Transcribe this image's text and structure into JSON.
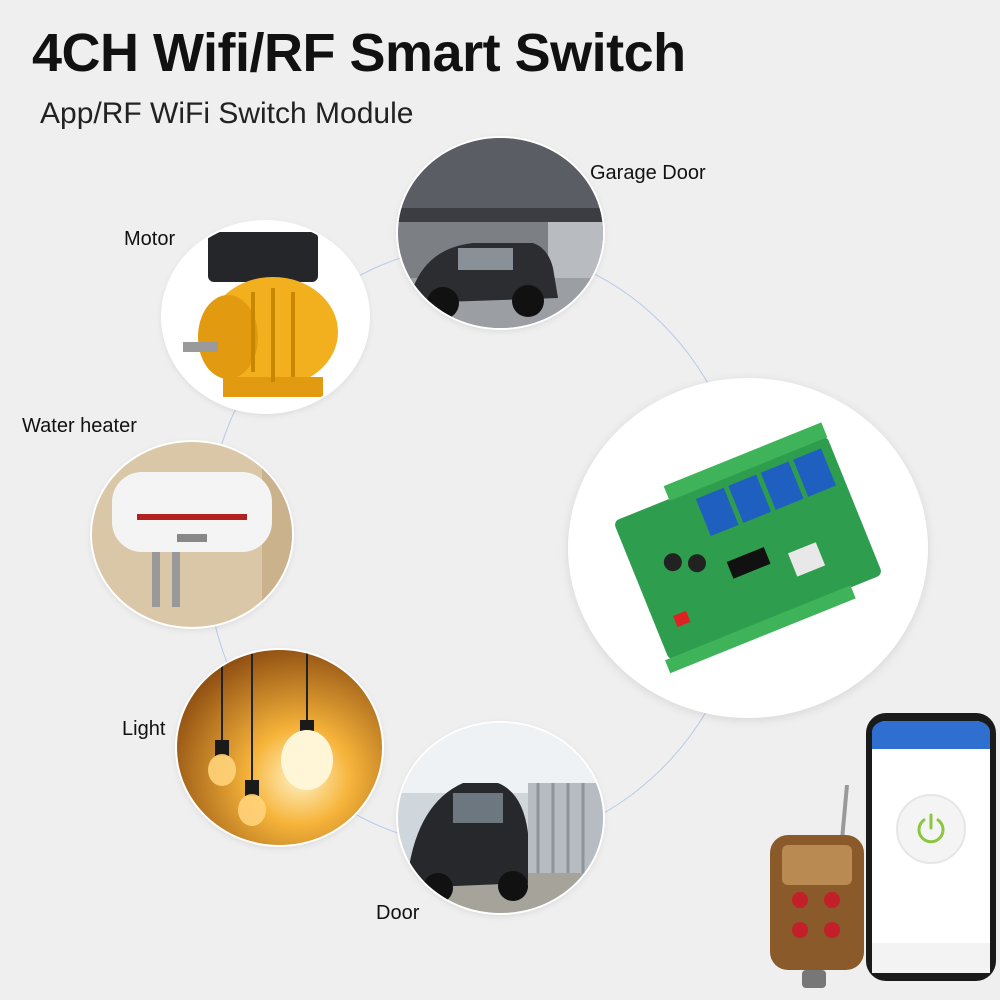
{
  "header": {
    "title": "4CH Wifi/RF Smart Switch",
    "subtitle": "App/RF WiFi Switch Module"
  },
  "applications": {
    "garage_door": "Garage Door",
    "motor": "Motor",
    "water_heater": "Water heater",
    "light": "Light",
    "door": "Door"
  },
  "colors": {
    "ring": "#b9c9ea",
    "pcb_green": "#2e9e4e",
    "relay_blue": "#1f5fbf",
    "motor_yellow": "#f2b01e",
    "bulb_glow": "#f6b43a"
  },
  "icons": {
    "phone_app_button": "power-icon"
  }
}
